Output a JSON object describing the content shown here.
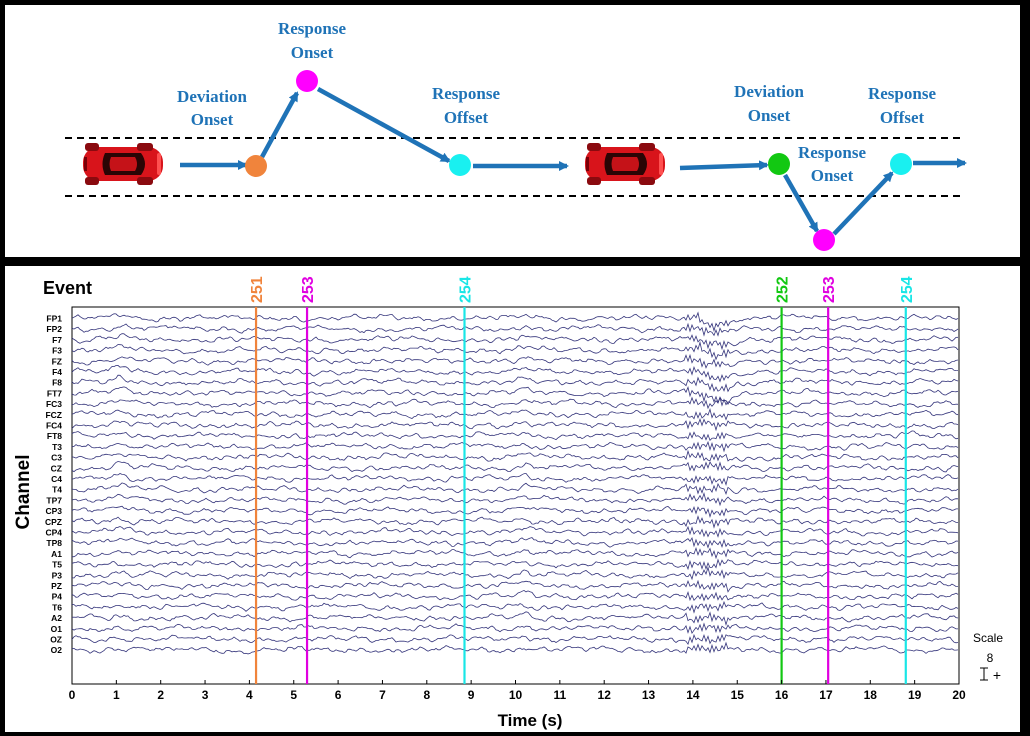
{
  "schematic": {
    "left_scenario": {
      "deviation_onset": {
        "line1": "Deviation",
        "line2": "Onset",
        "color": "#f0843c"
      },
      "response_onset": {
        "line1": "Response",
        "line2": "Onset",
        "color": "#ff00ff"
      },
      "response_offset": {
        "line1": "Response",
        "line2": "Offset",
        "color": "#19f0f0"
      }
    },
    "right_scenario": {
      "deviation_onset": {
        "line1": "Deviation",
        "line2": "Onset",
        "color": "#12c812"
      },
      "response_onset": {
        "line1": "Response",
        "line2": "Onset",
        "color": "#ff00ff"
      },
      "response_offset": {
        "line1": "Response",
        "line2": "Offset",
        "color": "#19f0f0"
      }
    },
    "label_color": "#1f73b7",
    "arrow_color": "#1f73b7",
    "car_color": "#d8141b"
  },
  "chart_data": {
    "type": "line",
    "event_label": "Event",
    "ylabel": "Channel",
    "xlabel": "Time (s)",
    "xlim": [
      0,
      20
    ],
    "x_ticks": [
      "0",
      "1",
      "2",
      "3",
      "4",
      "5",
      "6",
      "7",
      "8",
      "9",
      "10",
      "11",
      "12",
      "13",
      "14",
      "15",
      "16",
      "17",
      "18",
      "19",
      "20"
    ],
    "channels": [
      "FP1",
      "FP2",
      "F7",
      "F3",
      "FZ",
      "F4",
      "F8",
      "FT7",
      "FC3",
      "FCZ",
      "FC4",
      "FT8",
      "T3",
      "C3",
      "CZ",
      "C4",
      "T4",
      "TP7",
      "CP3",
      "CPZ",
      "CP4",
      "TP8",
      "A1",
      "T5",
      "P3",
      "PZ",
      "P4",
      "T6",
      "A2",
      "O1",
      "OZ",
      "O2"
    ],
    "trace_color": "#33337a",
    "events": [
      {
        "code": "251",
        "time": 4.15,
        "color": "#f0843c"
      },
      {
        "code": "253",
        "time": 5.3,
        "color": "#e000e0"
      },
      {
        "code": "254",
        "time": 8.85,
        "color": "#19e6e6"
      },
      {
        "code": "252",
        "time": 16.0,
        "color": "#12c812"
      },
      {
        "code": "253",
        "time": 17.05,
        "color": "#e000e0"
      },
      {
        "code": "254",
        "time": 18.8,
        "color": "#19e6e6"
      }
    ],
    "scale": {
      "label": "Scale",
      "value": "8",
      "plus": "+"
    }
  }
}
